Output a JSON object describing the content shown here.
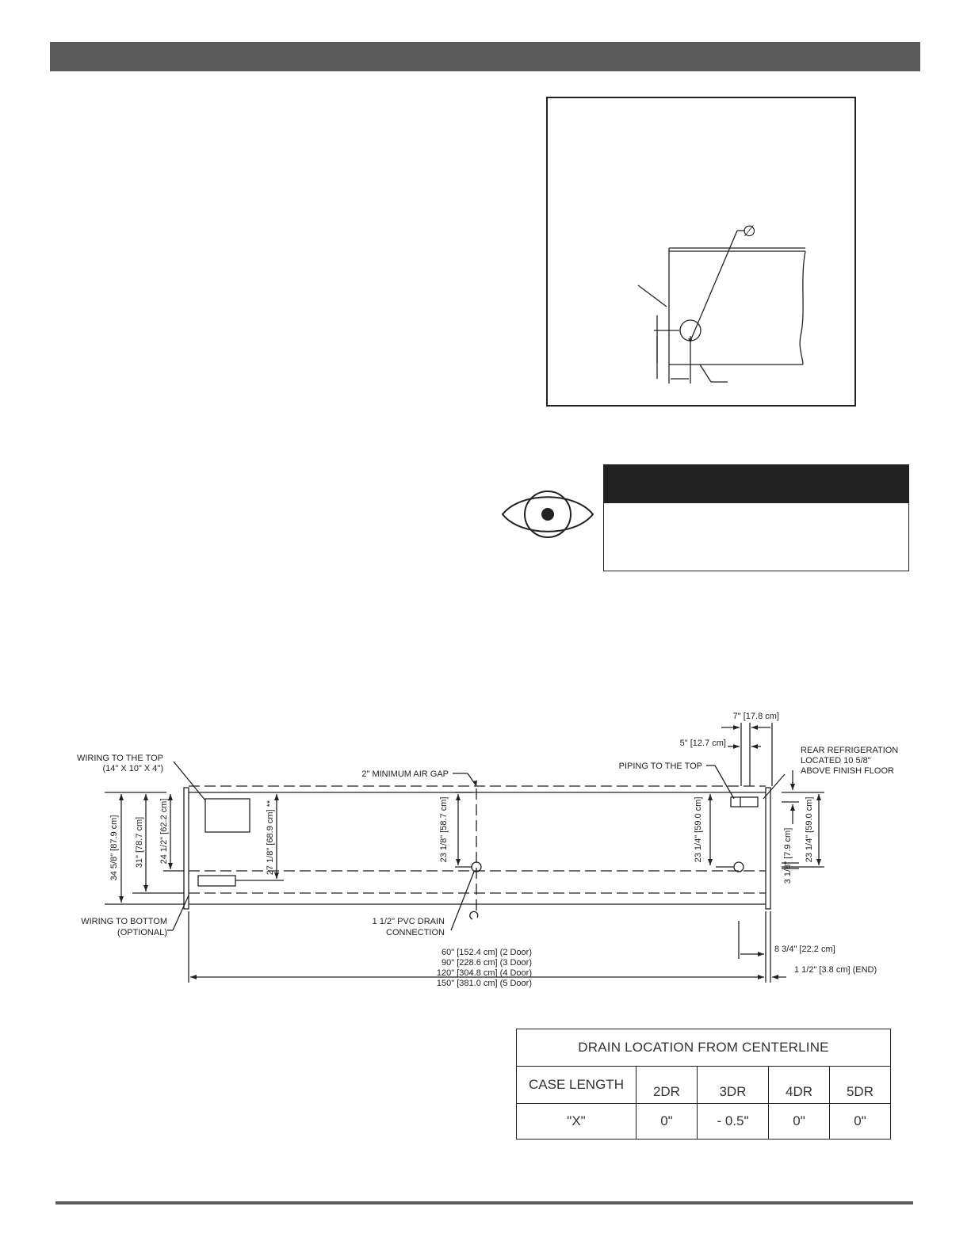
{
  "header": {},
  "detail": {
    "diameter_symbol": "∅"
  },
  "plan": {
    "labels": {
      "wiring_top_1": "WIRING TO THE TOP",
      "wiring_top_2": "(14\" X 10\" X 4\")",
      "air_gap": "2\" MINIMUM AIR GAP",
      "piping_top": "PIPING TO THE TOP",
      "rear_refrig_1": "REAR REFRIGERATION",
      "rear_refrig_2": "LOCATED 10 5/8\"",
      "rear_refrig_3": "ABOVE FINISH FLOOR",
      "wiring_bottom_1": "WIRING TO BOTTOM",
      "wiring_bottom_2": "(OPTIONAL)",
      "drain_1": "1 1/2\" PVC DRAIN",
      "drain_2": "CONNECTION"
    },
    "dims": {
      "d7": "7\" [17.8 cm]",
      "d5": "5\" [12.7 cm]",
      "d34": "34 5/8\" [87.9 cm]",
      "d31": "31\" [78.7 cm]",
      "d24": "24 1/2\" [62.2 cm]",
      "d27": "27 1/8\" [68.9 cm] **",
      "d23a": "23 1/8\" [58.7 cm]",
      "d23b": "23 1/4\" [59.0 cm]",
      "d23c": "23 1/4\" [59.0 cm]",
      "d3": "3 1/8\" [7.9 cm]",
      "d8": "8 3/4\" [22.2 cm]",
      "d1": "1 1/2\" [3.8 cm] (END)",
      "len": [
        "60\" [152.4 cm] (2 Door)",
        "90\" [228.6 cm] (3 Door)",
        "120\" [304.8 cm] (4 Door)",
        "150\" [381.0 cm] (5 Door)"
      ]
    }
  },
  "drain_table": {
    "title": "DRAIN LOCATION FROM CENTERLINE",
    "row_header": "CASE LENGTH",
    "columns": [
      "2DR",
      "3DR",
      "4DR",
      "5DR"
    ],
    "row_label": "\"X\"",
    "values": [
      "0\"",
      "- 0.5\"",
      "0\"",
      "0\""
    ]
  }
}
